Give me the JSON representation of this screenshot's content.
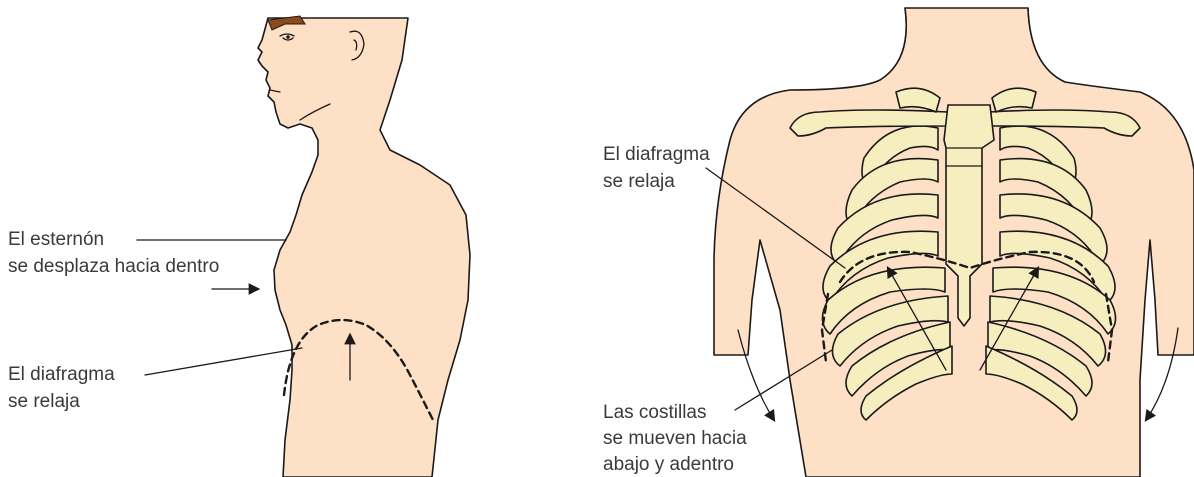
{
  "side_view": {
    "label_sternum_line1": "El esternón",
    "label_sternum_line2": "se desplaza hacia dentro",
    "label_diaphragm_line1": "El diafragma",
    "label_diaphragm_line2": "se relaja"
  },
  "front_view": {
    "label_diaphragm_line1": "El diafragma",
    "label_diaphragm_line2": "se relaja",
    "label_ribs_line1": "Las costillas",
    "label_ribs_line2": "se mueven hacia",
    "label_ribs_line3": "abajo y adentro"
  },
  "colors": {
    "skin": "#fde0c5",
    "bone": "#f7eec0",
    "outline": "#1a1a1a",
    "text": "#3a3a3a"
  }
}
